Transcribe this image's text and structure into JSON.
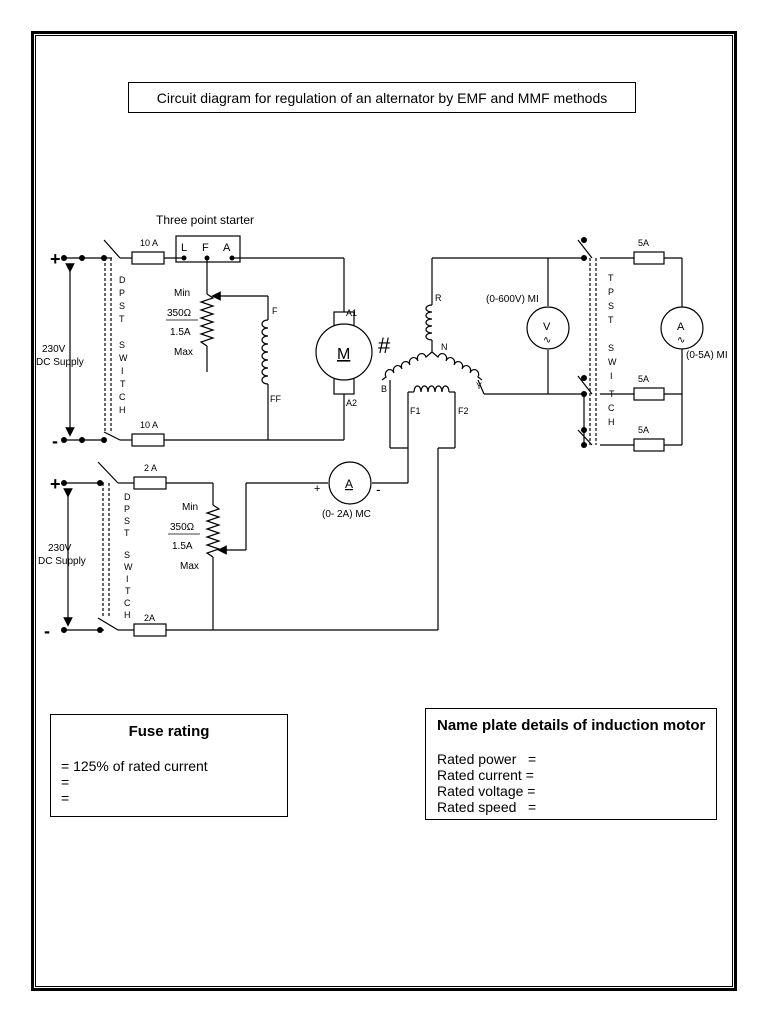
{
  "title": "Circuit diagram for regulation of an alternator by EMF and MMF methods",
  "circuit": {
    "starter_label": "Three point starter",
    "starter_terminals": [
      "L",
      "F",
      "A"
    ],
    "supply_top": {
      "plus": "+",
      "minus": "-",
      "label_line1": "230V",
      "label_line2": "DC Supply"
    },
    "supply_bottom": {
      "plus": "+",
      "minus": "-",
      "label_line1": "230V",
      "label_line2": "DC Supply"
    },
    "dpst_letters": [
      "D",
      "P",
      "S",
      "T",
      "S",
      "W",
      "I",
      "T",
      "C",
      "H"
    ],
    "tpst_letters": [
      "T",
      "P",
      "S",
      "T",
      "S",
      "W",
      "I",
      "T",
      "C",
      "H"
    ],
    "fuse_10a_top": "10 A",
    "fuse_10a_bottom": "10 A",
    "fuse_2a_top": "2 A",
    "fuse_2a_bottom": "2A",
    "fuse_5a": [
      "5A",
      "5A",
      "5A"
    ],
    "rheostat_top": {
      "min": "Min",
      "value": "350Ω",
      "current": "1.5A",
      "max": "Max"
    },
    "rheostat_bottom": {
      "min": "Min",
      "value": "350Ω",
      "current": "1.5A",
      "max": "Max"
    },
    "field_labels": {
      "f": "F",
      "ff": "FF"
    },
    "motor": {
      "symbol": "M",
      "a1": "A1",
      "a2": "A2"
    },
    "coupling_symbol": "#",
    "alternator": {
      "r": "R",
      "y": "Y",
      "b": "B",
      "n": "N",
      "f1": "F1",
      "f2": "F2"
    },
    "voltmeter": {
      "symbol": "V",
      "ac": "∿",
      "label": "(0-600V) MI"
    },
    "ammeter_ac": {
      "symbol": "A",
      "ac": "∿",
      "label": "(0-5A) MI"
    },
    "ammeter_dc": {
      "symbol": "A",
      "plus": "+",
      "minus": "-",
      "label": "(0- 2A) MC"
    }
  },
  "fuse_rating": {
    "title": "Fuse rating",
    "lines": [
      "= 125% of rated current",
      "=",
      "="
    ]
  },
  "name_plate": {
    "title": "Name plate details of induction motor",
    "lines": [
      "Rated power   =",
      "Rated current =",
      "Rated voltage =",
      "Rated speed   ="
    ]
  }
}
